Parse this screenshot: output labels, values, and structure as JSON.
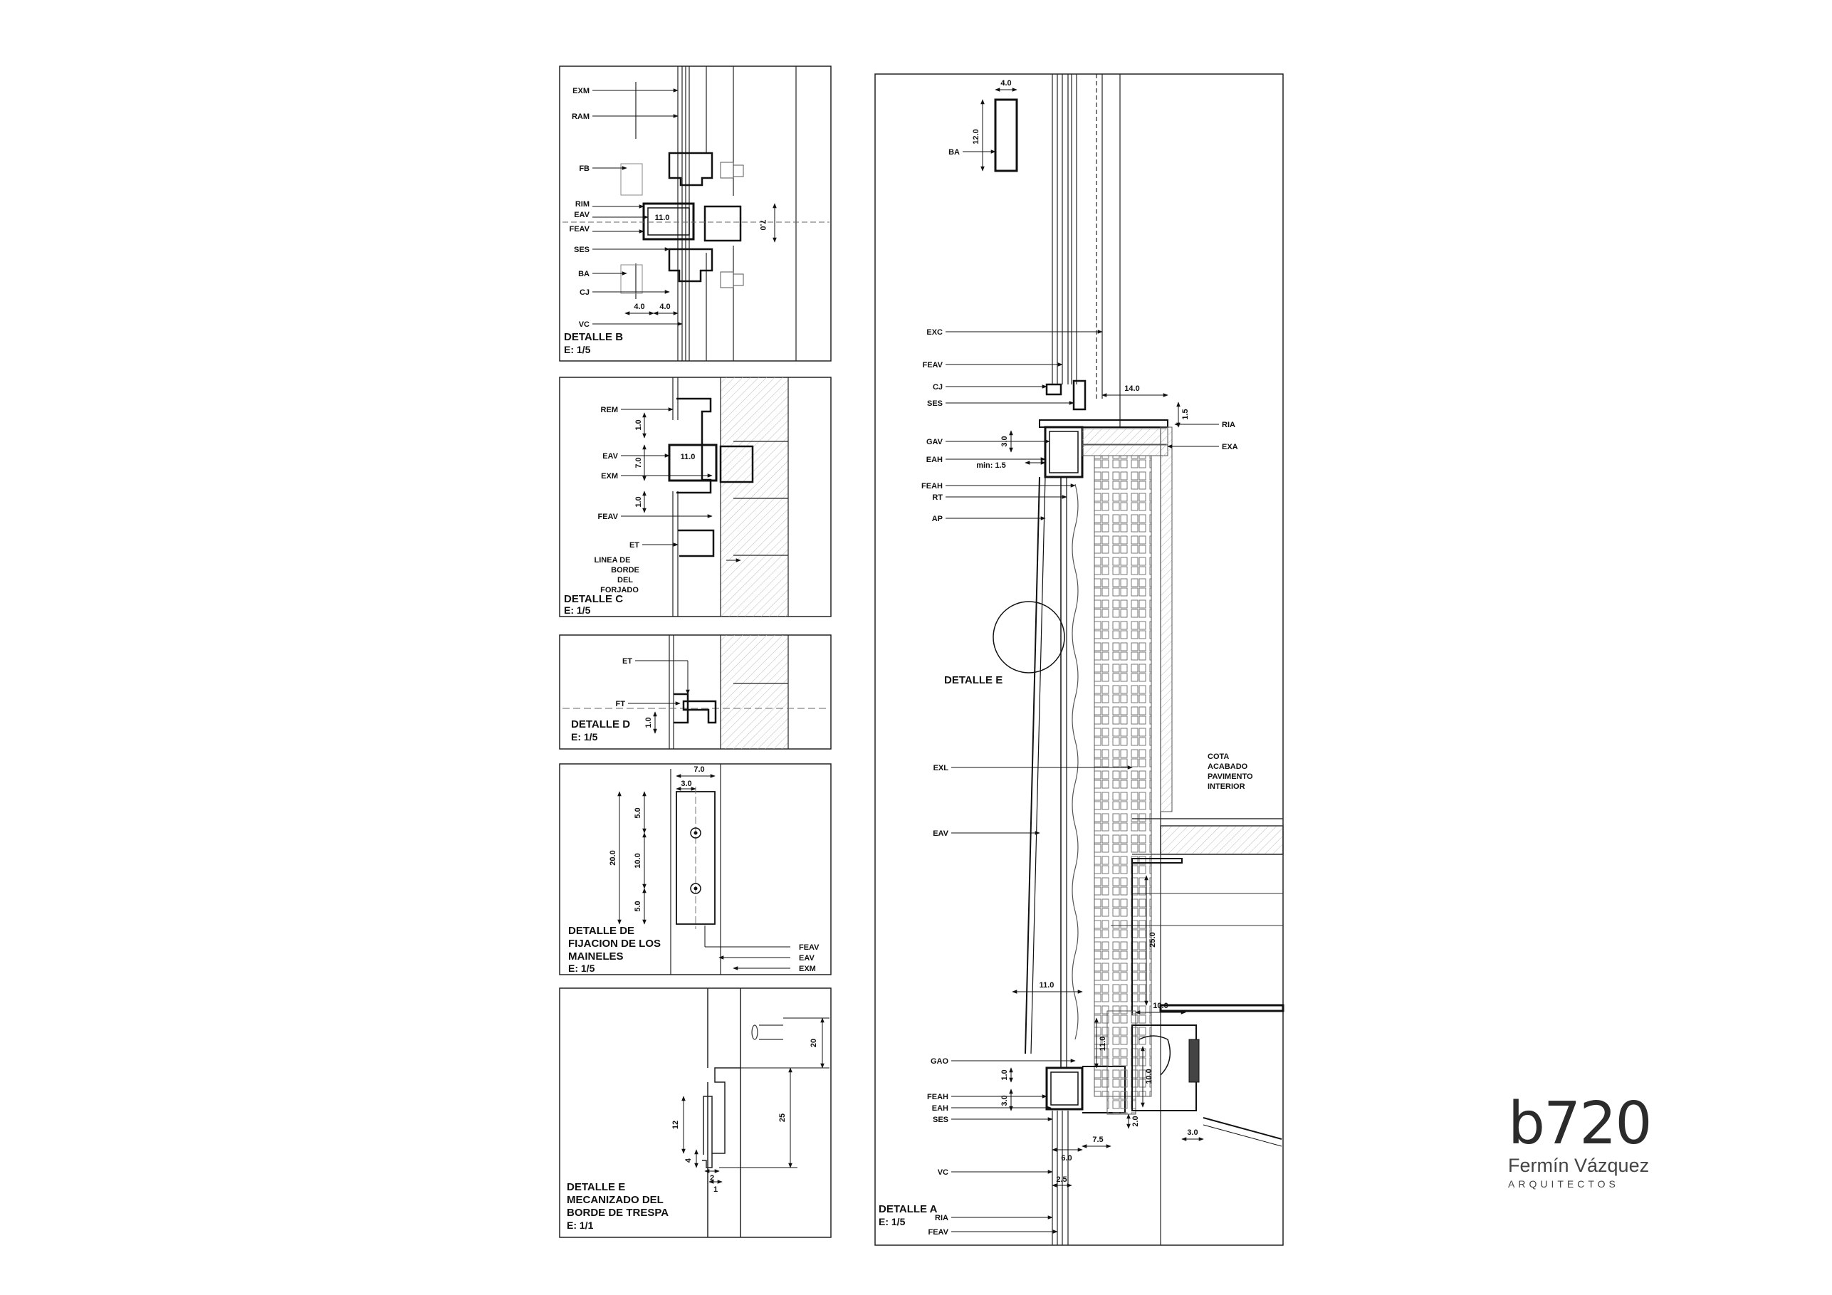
{
  "brand": {
    "mark": "b720",
    "name": "Fermín Vázquez",
    "sub": "ARQUITECTOS"
  },
  "panel_b": {
    "title": "DETALLE B",
    "scale": "E: 1/5",
    "labels": [
      "EXM",
      "RAM",
      "FB",
      "RIM",
      "EAV",
      "FEAV",
      "SES",
      "BA",
      "CJ",
      "VC"
    ],
    "dims": [
      "11.0",
      "7.0",
      "4.0",
      "4.0"
    ]
  },
  "panel_c": {
    "title": "DETALLE C",
    "scale": "E: 1/5",
    "labels": [
      "REM",
      "EAV",
      "EXM",
      "FEAV",
      "ET"
    ],
    "edge_note": [
      "LINEA DE",
      "BORDE",
      "DEL",
      "FORJADO"
    ],
    "dims": [
      "11.0",
      "1.0",
      "7.0",
      "1.0"
    ]
  },
  "panel_d": {
    "title": "DETALLE D",
    "scale": "E: 1/5",
    "labels": [
      "ET",
      "FT"
    ],
    "dims": [
      "1.0"
    ]
  },
  "panel_f": {
    "title": [
      "DETALLE DE",
      "FIJACION DE LOS",
      "MAINELES"
    ],
    "scale": "E: 1/5",
    "labels": [
      "FEAV",
      "EAV",
      "EXM"
    ],
    "dims": [
      "7.0",
      "3.0",
      "5.0",
      "20.0",
      "10.0",
      "5.0"
    ]
  },
  "panel_e": {
    "title": [
      "DETALLE E",
      "MECANIZADO DEL",
      "BORDE DE TRESPA"
    ],
    "scale": "E: 1/1",
    "dims": [
      "20",
      "25",
      "12",
      "4",
      "2",
      "1"
    ]
  },
  "panel_a": {
    "title": "DETALLE A",
    "scale": "E: 1/5",
    "callout": "DETALLE E",
    "labels": [
      "BA",
      "EXC",
      "FEAV",
      "CJ",
      "SES",
      "GAV",
      "EAH",
      "FEAH",
      "RT",
      "AP",
      "EXL",
      "EAV",
      "GAO",
      "FEAH",
      "EAH",
      "SES",
      "VC",
      "RIA",
      "FEAV",
      "RIA",
      "EXA"
    ],
    "floor_note": [
      "COTA",
      "ACABADO",
      "PAVIMENTO",
      "INTERIOR"
    ],
    "dims": [
      "4.0",
      "12.0",
      "14.0",
      "1.5",
      "3.0",
      "min: 1.5",
      "11.0",
      "25.0",
      "10.0",
      "11.0",
      "10.0",
      "1.0",
      "3.0",
      "2.0",
      "3.0",
      "6.0",
      "7.5",
      "2.5"
    ]
  }
}
